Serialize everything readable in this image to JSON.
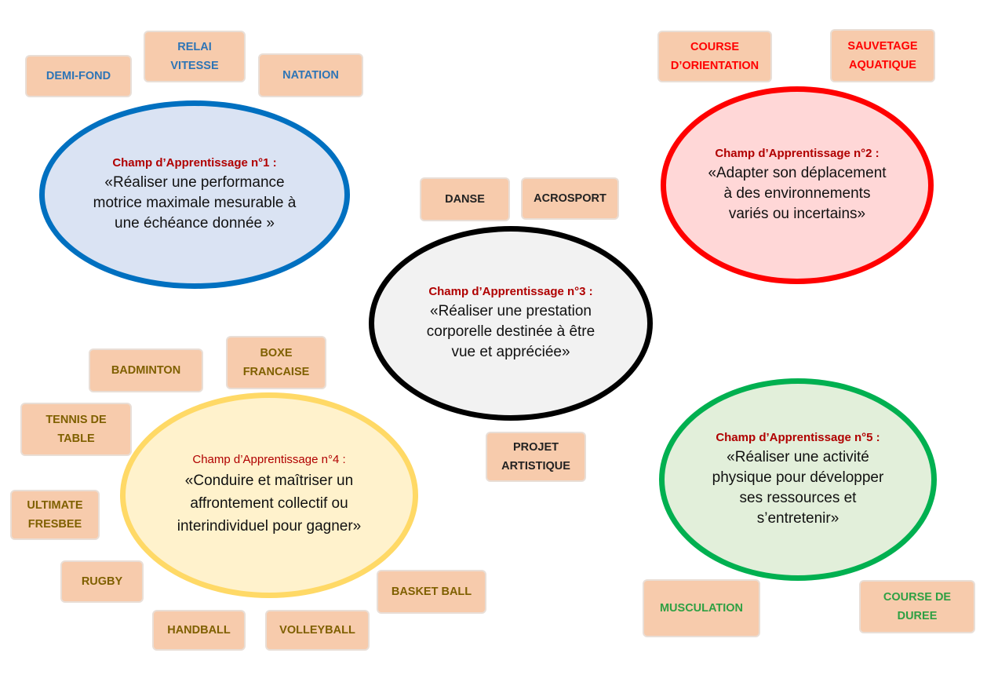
{
  "fields": [
    {
      "title": "Champ d’Apprentissage n°1 :",
      "text": "«Réaliser une performance motrice maximale mesurable à une échéance donnée »"
    },
    {
      "title": "Champ d’Apprentissage n°2 :",
      "text": "«Adapter son déplacement à des environnements variés ou incertains»"
    },
    {
      "title": "Champ d’Apprentissage n°3 :",
      "text": "«Réaliser une prestation corporelle destinée à être vue et appréciée»"
    },
    {
      "title": "Champ d’Apprentissage n°4 :",
      "text": "«Conduire et maîtriser un affrontement collectif ou interindividuel pour gagner»"
    },
    {
      "title": "Champ d’Apprentissage n°5 :",
      "text": "«Réaliser une activité physique pour développer ses ressources et s’entretenir»"
    }
  ],
  "activities": {
    "ca1": [
      "DEMI-FOND",
      "RELAI\nVITESSE",
      "NATATION"
    ],
    "ca2": [
      "COURSE\nD’ORIENTATION",
      "SAUVETAGE\nAQUATIQUE"
    ],
    "ca3": [
      "DANSE",
      "ACROSPORT",
      "PROJET\nARTISTIQUE"
    ],
    "ca4": [
      "BADMINTON",
      "BOXE\nFRANCAISE",
      "TENNIS DE\nTABLE",
      "ULTIMATE\nFRESBEE",
      "RUGBY",
      "HANDBALL",
      "VOLLEYBALL",
      "BASKET BALL"
    ],
    "ca5": [
      "MUSCULATION",
      "COURSE DE\nDUREE"
    ]
  },
  "colors": {
    "ca1_border": "#0070c0",
    "ca1_fill": "#dae3f3",
    "ca2_border": "#ff0000",
    "ca2_fill": "#ffd7d7",
    "ca3_border": "#000000",
    "ca3_fill": "#f2f2f2",
    "ca4_border": "#ffd966",
    "ca4_fill": "#fff2cc",
    "ca5_border": "#00b050",
    "ca5_fill": "#e2efda",
    "tag_fill": "#f7cbac"
  }
}
